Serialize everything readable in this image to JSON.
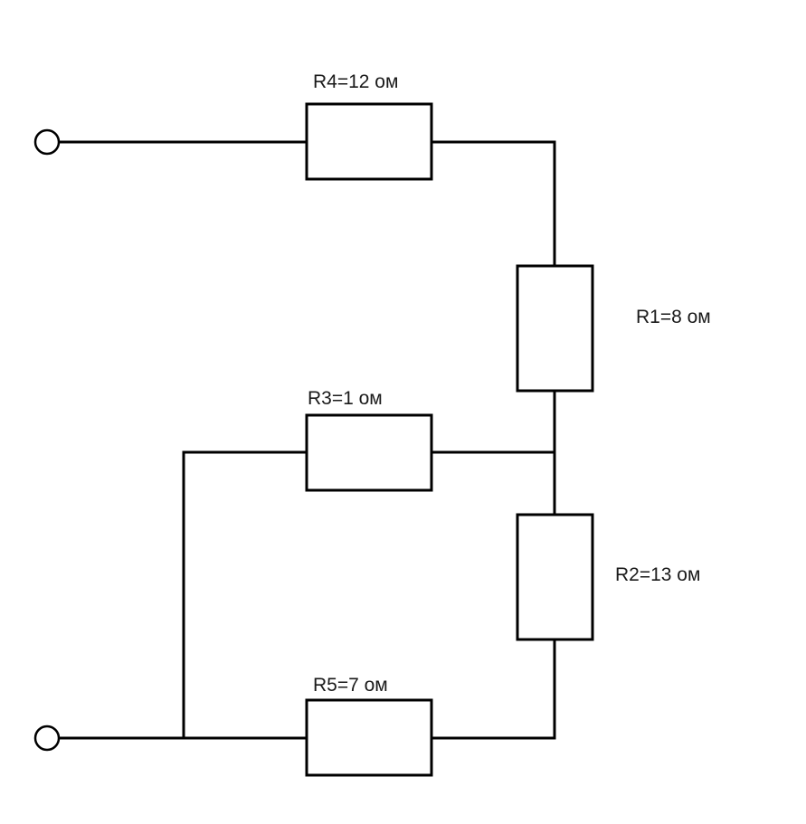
{
  "resistors": {
    "r4": "R4=12 ом",
    "r1": "R1=8   ом",
    "r3": "R3=1 ом",
    "r2": "R2=13 ом",
    "r5": "R5=7  ом"
  },
  "colors": {
    "stroke": "#000000",
    "background": "#ffffff"
  }
}
